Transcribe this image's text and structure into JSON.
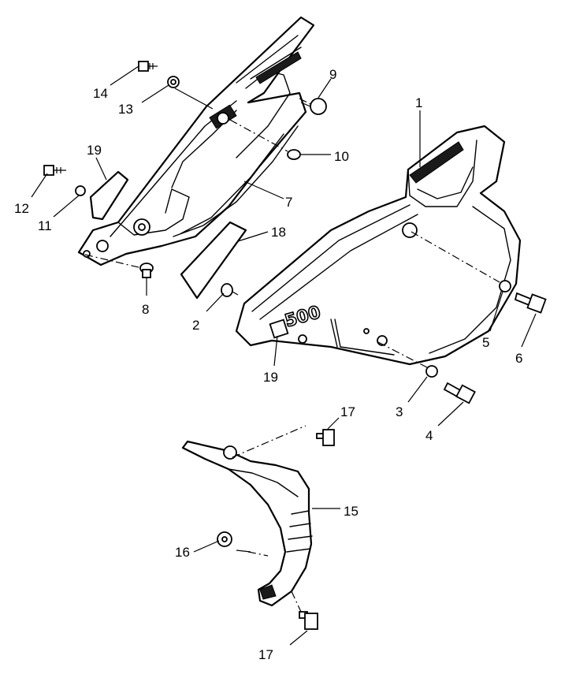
{
  "figure": {
    "callouts": [
      {
        "id": "c1",
        "text": "1"
      },
      {
        "id": "c2",
        "text": "2"
      },
      {
        "id": "c3",
        "text": "3"
      },
      {
        "id": "c4",
        "text": "4"
      },
      {
        "id": "c5",
        "text": "5"
      },
      {
        "id": "c6",
        "text": "6"
      },
      {
        "id": "c7",
        "text": "7"
      },
      {
        "id": "c8",
        "text": "8"
      },
      {
        "id": "c9",
        "text": "9"
      },
      {
        "id": "c10",
        "text": "10"
      },
      {
        "id": "c11",
        "text": "11"
      },
      {
        "id": "c12",
        "text": "12"
      },
      {
        "id": "c13",
        "text": "13"
      },
      {
        "id": "c14",
        "text": "14"
      },
      {
        "id": "c15",
        "text": "15"
      },
      {
        "id": "c16",
        "text": "16"
      },
      {
        "id": "c17a",
        "text": "17"
      },
      {
        "id": "c17b",
        "text": "17"
      },
      {
        "id": "c18",
        "text": "18"
      },
      {
        "id": "c19a",
        "text": "19"
      },
      {
        "id": "c19b",
        "text": "19"
      }
    ],
    "emblem_text": "500"
  }
}
